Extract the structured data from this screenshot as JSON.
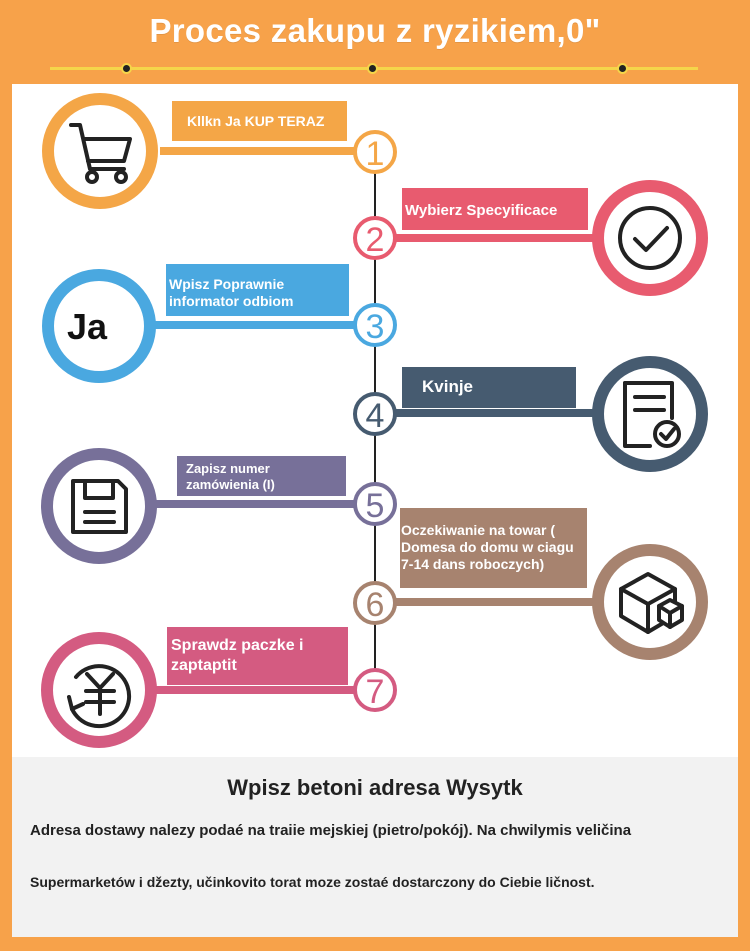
{
  "header": {
    "title": "Proces zakupu z ryzikiem,0\""
  },
  "steps": [
    {
      "number": "1",
      "label": "Kllkn Ja KUP TERAZ",
      "icon": "shopping-cart-icon",
      "color": "#f4a647",
      "label_color": "#f4a647"
    },
    {
      "number": "2",
      "label": "Wybierz Specyificace",
      "icon": "check-circle-icon",
      "color": "#e85b6f",
      "label_color": "#e85b6f"
    },
    {
      "number": "3",
      "label": "Wpisz Poprawnie informator odbiom",
      "icon": "text-ja-icon",
      "icon_text": "Ja",
      "color": "#4aa8e0",
      "label_color": "#4aa8e0"
    },
    {
      "number": "4",
      "label": "Kvinje",
      "icon": "document-check-icon",
      "color": "#465b70",
      "label_color": "#465b70"
    },
    {
      "number": "5",
      "label": "Zapisz numer zamówienia (I)",
      "icon": "floppy-disk-icon",
      "color": "#777099",
      "label_color": "#777099"
    },
    {
      "number": "6",
      "label": "Oczekiwanie na towar ( Domesa do domu w ciagu 7-14 dans roboczych)",
      "icon": "package-box-icon",
      "color": "#a7836f",
      "label_color": "#a7836f"
    },
    {
      "number": "7",
      "label": "Sprawdz paczke i zaptaptit",
      "icon": "yuan-refund-icon",
      "color": "#d45b81",
      "label_color": "#d45b81"
    }
  ],
  "footer": {
    "heading": "Wpisz betoni adresa Wysytk",
    "paragraph_1": "Adresa dostawy nalezy podaé na traiie mejskiej (pietro/pokój). Na chwilymis veličina",
    "paragraph_2": "Supermarketów i džezty, učinkovito torat moze zostaé dostarczony do Ciebie ličnost."
  }
}
